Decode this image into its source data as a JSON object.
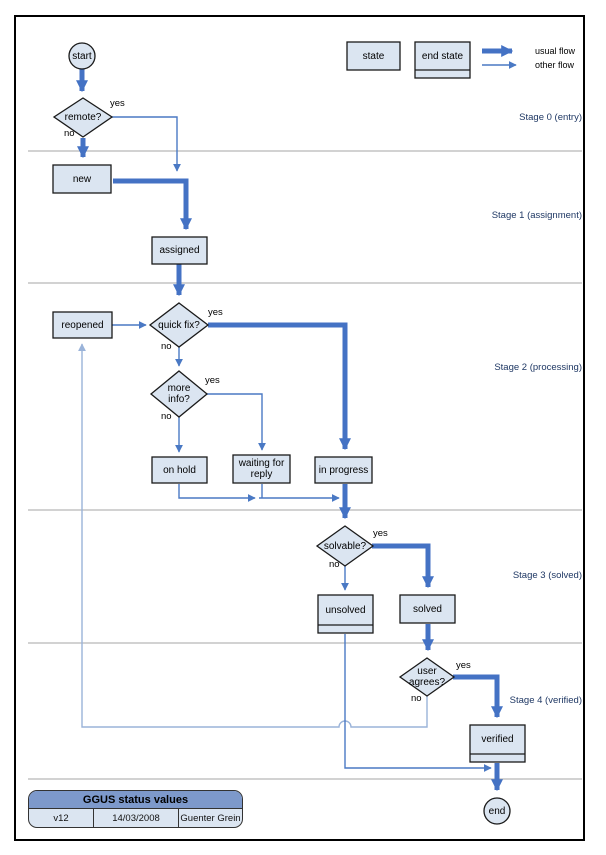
{
  "colors": {
    "usual_flow": "#4472c4",
    "other_flow": "#4a79c4",
    "return_flow": "#9ab3d9",
    "node_fill": "#dbe5f1",
    "node_border": "#1a1a1a",
    "header_fill": "#7d99cb",
    "stage_label": "#1f3864",
    "divider": "#a6a6a6"
  },
  "legend": {
    "state": "state",
    "end_state": "end state",
    "usual_flow": "usual flow",
    "other_flow": "other flow"
  },
  "stages": [
    {
      "label": "Stage 0 (entry)"
    },
    {
      "label": "Stage 1 (assignment)"
    },
    {
      "label": "Stage 2 (processing)"
    },
    {
      "label": "Stage 3 (solved)"
    },
    {
      "label": "Stage 4 (verified)"
    }
  ],
  "nodes": {
    "start": {
      "label": "start"
    },
    "remote": {
      "label": "remote?"
    },
    "new": {
      "label": "new"
    },
    "assigned": {
      "label": "assigned"
    },
    "reopened": {
      "label": "reopened"
    },
    "quick_fix": {
      "label": "quick fix?"
    },
    "more_info": {
      "label": "more info?"
    },
    "on_hold": {
      "label": "on hold"
    },
    "waiting_for_reply": {
      "label": "waiting for reply"
    },
    "in_progress": {
      "label": "in progress"
    },
    "solvable": {
      "label": "solvable?"
    },
    "unsolved": {
      "label": "unsolved"
    },
    "solved": {
      "label": "solved"
    },
    "user_agrees": {
      "label": "user agrees?"
    },
    "verified": {
      "label": "verified"
    },
    "end": {
      "label": "end"
    }
  },
  "edge_labels": {
    "remote_yes": "yes",
    "remote_no": "no",
    "quick_fix_yes": "yes",
    "quick_fix_no": "no",
    "more_info_yes": "yes",
    "more_info_no": "no",
    "solvable_yes": "yes",
    "solvable_no": "no",
    "user_agrees_yes": "yes",
    "user_agrees_no": "no"
  },
  "title_block": {
    "title": "GGUS status values",
    "version": "v12",
    "date": "14/03/2008",
    "author": "Guenter Grein"
  }
}
